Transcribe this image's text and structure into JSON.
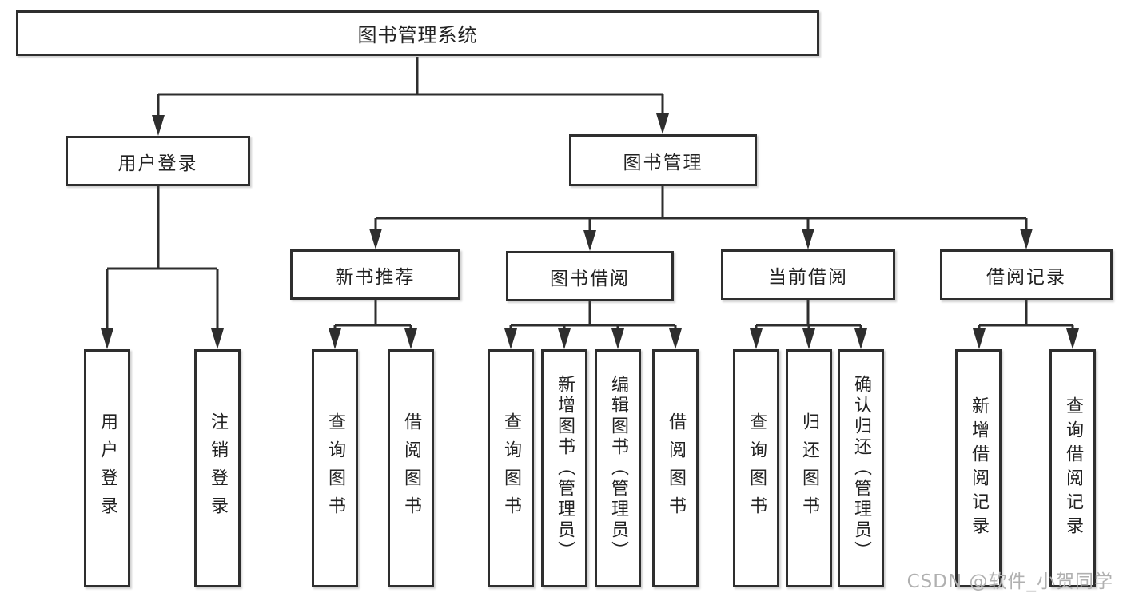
{
  "nodes": {
    "root": "图书管理系统",
    "user_login": "用户登录",
    "book_management": "图书管理",
    "new_book_recommend": "新书推荐",
    "book_borrow": "图书借阅",
    "current_borrow": "当前借阅",
    "borrow_records": "借阅记录",
    "leaves": {
      "user_login": "用户登录",
      "logout": "注销登录",
      "rec_query_book": "查询图书",
      "rec_borrow_book": "借阅图书",
      "bor_query_book": "查询图书",
      "bor_add_book": "新增图书（管理员）",
      "bor_edit_book": "编辑图书（管理员）",
      "bor_borrow_book": "借阅图书",
      "cur_query_book": "查询图书",
      "cur_return_book": "归还图书",
      "cur_confirm_return": "确认归还（管理员）",
      "his_add_record": "新增借阅记录",
      "his_query_record": "查询借阅记录"
    }
  },
  "hierarchy": {
    "图书管理系统": [
      "用户登录",
      "图书管理"
    ],
    "用户登录": [
      "用户登录",
      "注销登录"
    ],
    "图书管理": [
      "新书推荐",
      "图书借阅",
      "当前借阅",
      "借阅记录"
    ],
    "新书推荐": [
      "查询图书",
      "借阅图书"
    ],
    "图书借阅": [
      "查询图书",
      "新增图书（管理员）",
      "编辑图书（管理员）",
      "借阅图书"
    ],
    "当前借阅": [
      "查询图书",
      "归还图书",
      "确认归还（管理员）"
    ],
    "借阅记录": [
      "新增借阅记录",
      "查询借阅记录"
    ]
  },
  "watermark": "CSDN @软件_小贺同学",
  "colors": {
    "line": "#2e2e2e",
    "border": "#2e2e2e",
    "text": "#222222",
    "watermark": "#b0b0b0",
    "background": "#ffffff"
  }
}
